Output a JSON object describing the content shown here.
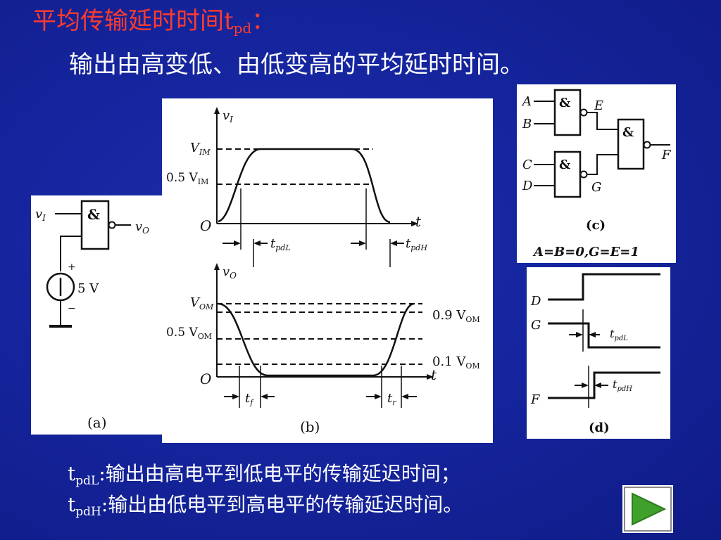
{
  "title": {
    "main": "平均传输延时时间t",
    "sub": "pd",
    "colon": "："
  },
  "subtitle": "输出由高变低、由低变高的平均延时时间。",
  "definitions": [
    {
      "prefix": "t",
      "sub": "pdL",
      "text": ":输出由高电平到低电平的传输延迟时间；"
    },
    {
      "prefix": "t",
      "sub": "pdH",
      "text": ":输出由低电平到高电平的传输延迟时间。"
    }
  ],
  "fig_a": {
    "gate_symbol": "&",
    "input_label": "v",
    "input_sub": "I",
    "output_label": "v",
    "output_sub": "O",
    "plus": "+",
    "minus": "−",
    "source_label": "5 V",
    "caption": "(a)"
  },
  "fig_b": {
    "vi_label": "v",
    "vi_sub": "I",
    "vim_label": "V",
    "vim_sub": "IM",
    "half_vim_label": "0.5 V",
    "half_vim_sub": "IM",
    "origin": "O",
    "t_axis": "t",
    "tpdl_label": "t",
    "tpdl_sub": "pdL",
    "tpdh_label": "t",
    "tpdh_sub": "pdH",
    "vo_label": "v",
    "vo_sub": "O",
    "vom_label": "V",
    "vom_sub": "OM",
    "half_vom_label": "0.5 V",
    "half_vom_sub": "OM",
    "p9_label": "0.9 V",
    "p9_sub": "OM",
    "p1_label": "0.1 V",
    "p1_sub": "OM",
    "tf_label": "t",
    "tf_sub": "f",
    "tr_label": "t",
    "tr_sub": "r",
    "caption": "(b)"
  },
  "fig_c": {
    "gate_symbol": "&",
    "a": "A",
    "b": "B",
    "c": "C",
    "d": "D",
    "e": "E",
    "f": "F",
    "g": "G",
    "caption": "(c)",
    "condition": "A=B=0,G=E=1"
  },
  "fig_d": {
    "d": "D",
    "g": "G",
    "f": "F",
    "tpdl_label": "t",
    "tpdl_sub": "pdL",
    "tpdh_label": "t",
    "tpdh_sub": "pdH",
    "caption": "(d)"
  },
  "nav": {
    "next_icon": "play-triangle-icon",
    "icon_color": "#3fa02c",
    "button_bg": "#ffffff"
  },
  "colors": {
    "title": "#ff3b2f",
    "text": "#ffffff",
    "background": "#1626a0"
  }
}
